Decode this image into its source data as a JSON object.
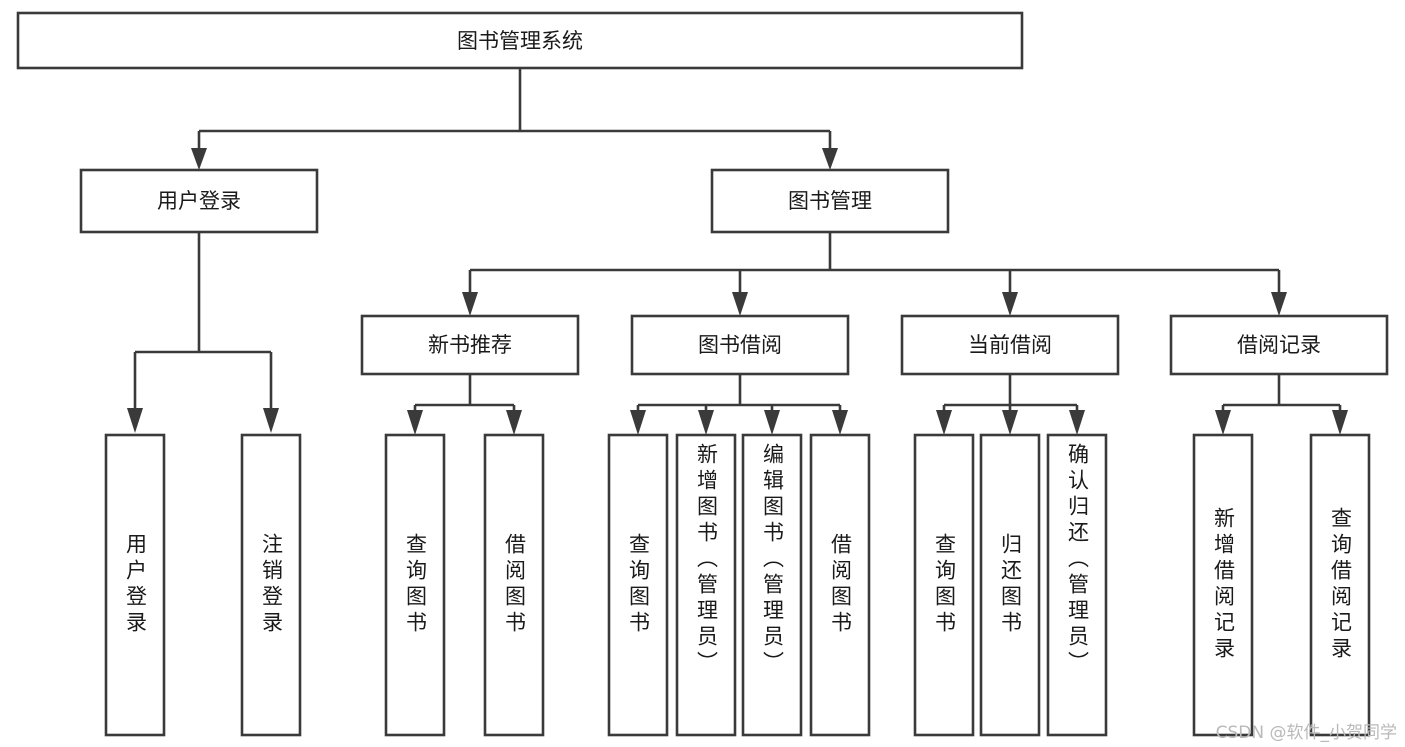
{
  "diagram": {
    "title": "图书管理系统",
    "type": "tree",
    "watermark": "CSDN @软件_小贺同学",
    "colors": {
      "stroke": "#3a3a3a",
      "box_fill": "#ffffff",
      "text": "#1a1a1a",
      "background": "#ffffff",
      "watermark": "#b9b9b9"
    },
    "levels": {
      "root": {
        "label": "图书管理系统"
      },
      "level2": [
        {
          "label": "用户登录"
        },
        {
          "label": "图书管理"
        }
      ],
      "level3": [
        {
          "label": "新书推荐"
        },
        {
          "label": "图书借阅"
        },
        {
          "label": "当前借阅"
        },
        {
          "label": "借阅记录"
        }
      ],
      "leaves": {
        "user_login": [
          {
            "label": "用户登录"
          },
          {
            "label": "注销登录"
          }
        ],
        "new_book_recommend": [
          {
            "label": "查询图书"
          },
          {
            "label": "借阅图书"
          }
        ],
        "book_borrow": [
          {
            "label": "查询图书"
          },
          {
            "label": "新增图书（管理员）"
          },
          {
            "label": "编辑图书（管理员）"
          },
          {
            "label": "借阅图书"
          }
        ],
        "current_borrow": [
          {
            "label": "查询图书"
          },
          {
            "label": "归还图书"
          },
          {
            "label": "确认归还（管理员）"
          }
        ],
        "borrow_record": [
          {
            "label": "新增借阅记录"
          },
          {
            "label": "查询借阅记录"
          }
        ]
      }
    }
  }
}
